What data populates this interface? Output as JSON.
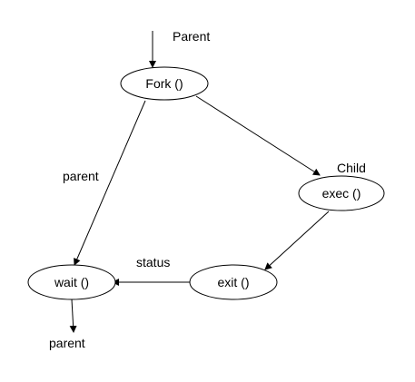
{
  "diagram": {
    "nodes": {
      "fork": "Fork ()",
      "exec": "exec ()",
      "exit": "exit ()",
      "wait": "wait ()"
    },
    "labels": {
      "parent_top": "Parent",
      "child": "Child",
      "parent_left": "parent",
      "status": "status",
      "parent_bottom": "parent"
    }
  }
}
